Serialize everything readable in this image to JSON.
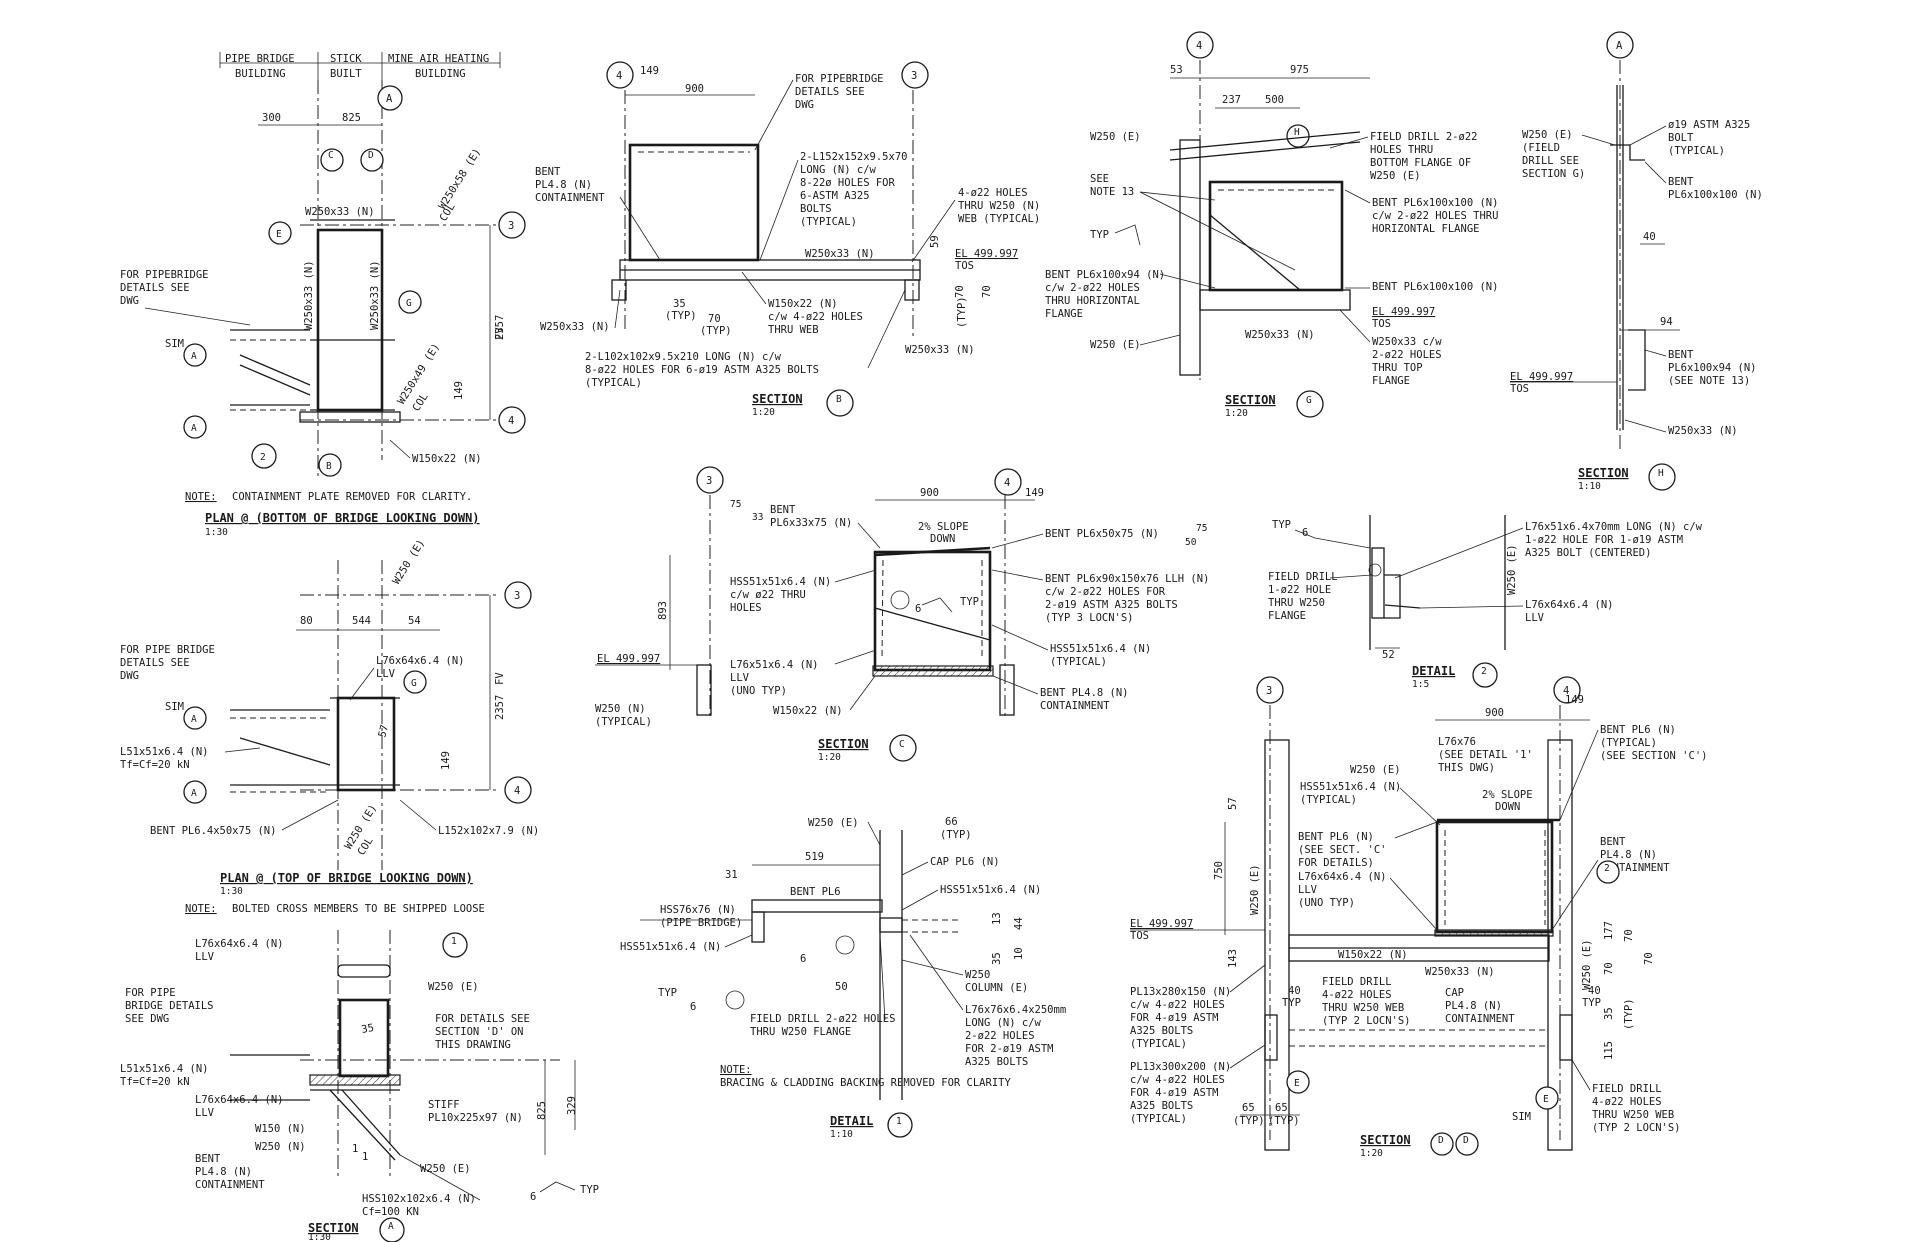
{
  "plan_bottom": {
    "header_1": "PIPE BRIDGE",
    "header_1b": "BUILDING",
    "header_2": "STICK",
    "header_2b": "BUILT",
    "header_3": "MINE AIR HEATING",
    "header_3b": "BUILDING",
    "dim_300": "300",
    "dim_825": "825",
    "dim_2357": "2357",
    "dim_fv": "FV",
    "dim_149": "149",
    "grid_a": "A",
    "grid_3": "3",
    "grid_4": "4",
    "tag_c": "C",
    "tag_d": "D",
    "tag_e": "E",
    "tag_g": "G",
    "tag_a": "A",
    "tag_b": "B",
    "tag_2": "2",
    "w250x58": "W250x58 (E)",
    "col_1": "COL",
    "w250x33_top": "W250x33 (N)",
    "w250x33_v1": "W250x33 (N)",
    "w250x33_v2": "W250x33 (N)",
    "w250x49": "W250x49 (E)",
    "col_2": "COL",
    "pipebridge_1": "FOR PIPEBRIDGE",
    "pipebridge_2": "DETAILS SEE",
    "pipebridge_3": "DWG",
    "sim": "SIM",
    "w150x22": "W150x22 (N)",
    "note_label": "NOTE:",
    "note_text": "CONTAINMENT PLATE REMOVED FOR CLARITY.",
    "title": "PLAN @ (BOTTOM OF BRIDGE LOOKING DOWN)",
    "scale": "1:30"
  },
  "plan_top": {
    "dim_80": "80",
    "dim_544": "544",
    "dim_54": "54",
    "dim_2357": "2357",
    "dim_fv": "FV",
    "dim_149": "149",
    "dim_57": "57",
    "w250e": "W250 (E)",
    "grid_3": "3",
    "grid_4": "4",
    "tag_g": "G",
    "tag_a": "A",
    "pipebridge_1": "FOR PIPE BRIDGE",
    "pipebridge_2": "DETAILS SEE",
    "pipebridge_3": "DWG",
    "l76": "L76x64x6.4 (N)",
    "llv": "LLV",
    "sim": "SIM",
    "l51": "L51x51x6.4 (N)",
    "tf": "Tf=Cf=20 kN",
    "bent": "BENT PL6.4x50x75 (N)",
    "w250e_col": "W250 (E)",
    "col": "COL",
    "l152": "L152x102x7.9 (N)",
    "title": "PLAN @ (TOP OF BRIDGE LOOKING DOWN)",
    "scale": "1:30",
    "note_label": "NOTE:",
    "note_text": "BOLTED CROSS MEMBERS TO BE SHIPPED LOOSE"
  },
  "section_a": {
    "l76_1": "L76x64x6.4 (N)",
    "llv_1": "LLV",
    "pipe_1": "FOR PIPE",
    "pipe_2": "BRIDGE DETAILS",
    "pipe_3": "SEE DWG",
    "tag_1": "1",
    "w250e_1": "W250 (E)",
    "dim_35": "35",
    "details_1": "FOR DETAILS SEE",
    "details_2": "SECTION 'D' ON",
    "details_3": "THIS DRAWING",
    "l51": "L51x51x6.4 (N)",
    "tf": "Tf=Cf=20 kN",
    "l76_2": "L76x64x6.4 (N)",
    "llv_2": "LLV",
    "stiff_1": "STIFF",
    "stiff_2": "PL10x225x97 (N)",
    "w150": "W150 (N)",
    "w250": "W250 (N)",
    "bent_1": "BENT",
    "bent_2": "PL4.8 (N)",
    "bent_3": "CONTAINMENT",
    "dim_1": "1",
    "dim_1b": "1",
    "w250e_2": "W250 (E)",
    "hss": "HSS102x102x6.4 (N)",
    "cf": "Cf=100 KN",
    "dim_825": "825",
    "dim_329": "329",
    "typ": "TYP",
    "dim_6": "6",
    "title": "SECTION",
    "tag": "A",
    "scale": "1:30"
  },
  "section_b": {
    "grid_4": "4",
    "grid_3": "3",
    "dim_149": "149",
    "dim_900": "900",
    "pipebridge_1": "FOR PIPEBRIDGE",
    "pipebridge_2": "DETAILS SEE",
    "pipebridge_3": "DWG",
    "bent_1": "BENT",
    "bent_2": "PL4.8 (N)",
    "bent_3": "CONTAINMENT",
    "l152_1": "2-L152x152x9.5x70",
    "l152_2": "LONG (N) c/w",
    "l152_3": "8-22ø HOLES FOR",
    "l152_4": "6-ASTM A325",
    "l152_5": "BOLTS",
    "l152_6": "(TYPICAL)",
    "holes_1": "4-ø22 HOLES",
    "holes_2": "THRU W250 (N)",
    "holes_3": "WEB (TYPICAL)",
    "dim_59": "59",
    "w250x33": "W250x33 (N)",
    "el": "EL 499.997",
    "tos": "TOS",
    "dim_70a": "70",
    "dim_70b": "70",
    "dim_35": "35",
    "typ_1": "(TYP)",
    "dim_70c": "70",
    "typ_2": "(TYP)",
    "w150_1": "W150x22 (N)",
    "w150_2": "c/w 4-ø22 HOLES",
    "w150_3": "THRU WEB",
    "w250x33_l": "W250x33 (N)",
    "typ_3": "(TYP)",
    "l102_1": "2-L102x102x9.5x210 LONG (N) c/w",
    "l102_2": "8-ø22 HOLES FOR 6-ø19 ASTM A325 BOLTS",
    "l102_3": "(TYPICAL)",
    "w250x33_r": "W250x33 (N)",
    "title": "SECTION",
    "tag": "B",
    "scale": "1:20"
  },
  "section_g": {
    "grid_4": "4",
    "dim_53": "53",
    "dim_975": "975",
    "dim_237": "237",
    "dim_500": "500",
    "tag_h": "H",
    "w250e_1": "W250 (E)",
    "drill_1": "FIELD DRILL 2-ø22",
    "drill_2": "HOLES THRU",
    "drill_3": "BOTTOM FLANGE OF",
    "drill_4": "W250 (E)",
    "see_1": "SEE",
    "see_2": "NOTE 13",
    "bent1_1": "BENT PL6x100x100 (N)",
    "bent1_2": "c/w 2-ø22 HOLES THRU",
    "bent1_3": "HORIZONTAL FLANGE",
    "typ": "TYP",
    "bent2_1": "BENT PL6x100x94 (N)",
    "bent2_2": "c/w 2-ø22 HOLES",
    "bent2_3": "THRU HORIZONTAL",
    "bent2_4": "FLANGE",
    "bent3": "BENT PL6x100x100 (N)",
    "el": "EL 499.997",
    "tos": "TOS",
    "w250e_2": "W250 (E)",
    "w250x33": "W250x33 (N)",
    "w250c_1": "W250x33 c/w",
    "w250c_2": "2-ø22 HOLES",
    "w250c_3": "THRU TOP",
    "w250c_4": "FLANGE",
    "title": "SECTION",
    "tag": "G",
    "scale": "1:20"
  },
  "section_h": {
    "grid_a": "A",
    "w250e_1": "W250 (E)",
    "w250e_2": "(FIELD",
    "w250e_3": "DRILL SEE",
    "w250e_4": "SECTION G)",
    "bolt_1": "ø19 ASTM A325",
    "bolt_2": "BOLT",
    "bolt_3": "(TYPICAL)",
    "bent1_1": "BENT",
    "bent1_2": "PL6x100x100 (N)",
    "dim_40": "40",
    "dim_94": "94",
    "bent2_1": "BENT",
    "bent2_2": "PL6x100x94 (N)",
    "bent2_3": "(SEE NOTE 13)",
    "el": "EL 499.997",
    "tos": "TOS",
    "w250x33": "W250x33 (N)",
    "title": "SECTION",
    "tag": "H",
    "scale": "1:10"
  },
  "section_c": {
    "grid_3": "3",
    "grid_4": "4",
    "dim_75": "75",
    "dim_33": "33",
    "bent1_1": "BENT",
    "bent1_2": "PL6x33x75 (N)",
    "dim_900": "900",
    "dim_149": "149",
    "slope_1": "2% SLOPE",
    "slope_2": "DOWN",
    "bent2": "BENT PL6x50x75 (N)",
    "dim_50": "50",
    "dim_75b": "75",
    "hss_1": "HSS51x51x6.4 (N)",
    "hss_2": "c/w ø22 THRU",
    "hss_3": "HOLES",
    "dim_6": "6",
    "typ": "TYP",
    "bent3_1": "BENT PL6x90x150x76 LLH (N)",
    "bent3_2": "c/w 2-ø22 HOLES FOR",
    "bent3_3": "2-ø19 ASTM A325 BOLTS",
    "bent3_4": "(TYP 3 LOCN'S)",
    "dim_893": "893",
    "el": "EL 499.997",
    "l76_1": "L76x51x6.4 (N)",
    "l76_2": "LLV",
    "l76_3": "(UNO TYP)",
    "hss2_1": "HSS51x51x6.4 (N)",
    "hss2_2": "(TYPICAL)",
    "w250_1": "W250 (N)",
    "w250_2": "(TYPICAL)",
    "w150": "W150x22 (N)",
    "bent4_1": "BENT PL4.8 (N)",
    "bent4_2": "CONTAINMENT",
    "title": "SECTION",
    "tag": "C",
    "scale": "1:20"
  },
  "detail_2": {
    "typ": "TYP",
    "dim_6": "6",
    "l76_1": "L76x51x6.4x70mm LONG (N) c/w",
    "l76_2": "1-ø22 HOLE FOR 1-ø19 ASTM",
    "l76_3": "A325 BOLT (CENTERED)",
    "drill_1": "FIELD DRILL",
    "drill_2": "1-ø22 HOLE",
    "drill_3": "THRU W250",
    "drill_4": "FLANGE",
    "w250e": "W250 (E)",
    "l76b_1": "L76x64x6.4 (N)",
    "l76b_2": "LLV",
    "dim_52": "52",
    "title": "DETAIL",
    "tag": "2",
    "scale": "1:5"
  },
  "detail_1": {
    "w250e": "W250 (E)",
    "dim_66": "66",
    "typ_1": "(TYP)",
    "dim_519": "519",
    "cap": "CAP PL6 (N)",
    "dim_31": "31",
    "bent": "BENT PL6",
    "hss51_r": "HSS51x51x6.4 (N)",
    "hss76_1": "HSS76x76 (N)",
    "hss76_2": "(PIPE BRIDGE)",
    "dim_13": "13",
    "dim_44": "44",
    "hss51_l": "HSS51x51x6.4 (N)",
    "dim_6a": "6",
    "dim_35": "35",
    "dim_10": "10",
    "w250c_1": "W250",
    "w250c_2": "COLUMN (E)",
    "dim_50": "50",
    "typ": "TYP",
    "dim_6b": "6",
    "drill_1": "FIELD DRILL 2-ø22 HOLES",
    "drill_2": "THRU W250 FLANGE",
    "l76_1": "L76x76x6.4x250mm",
    "l76_2": "LONG (N) c/w",
    "l76_3": "2-ø22 HOLES",
    "l76_4": "FOR 2-ø19 ASTM",
    "l76_5": "A325 BOLTS",
    "note_label": "NOTE:",
    "note_text": "BRACING & CLADDING BACKING REMOVED FOR CLARITY",
    "title": "DETAIL",
    "tag": "1",
    "scale": "1:10"
  },
  "section_d": {
    "grid_3": "3",
    "grid_4": "4",
    "dim_900": "900",
    "dim_149": "149",
    "l76_1": "L76x76",
    "l76_2": "(SEE DETAIL '1'",
    "l76_3": "THIS DWG)",
    "bent1_1": "BENT PL6 (N)",
    "bent1_2": "(TYPICAL)",
    "bent1_3": "(SEE SECTION 'C')",
    "w250e_1": "W250 (E)",
    "hss_1": "HSS51x51x6.4 (N)",
    "hss_2": "(TYPICAL)",
    "slope_1": "2% SLOPE",
    "slope_2": "DOWN",
    "dim_57": "57",
    "bent2_1": "BENT PL6 (N)",
    "bent2_2": "(SEE SECT. 'C'",
    "bent2_3": "FOR DETAILS)",
    "bent3_1": "BENT",
    "bent3_2": "PL4.8 (N)",
    "bent3_3": "CONTAINMENT",
    "dim_750": "750",
    "w250e_v": "W250 (E)",
    "l76b_1": "L76x64x6.4 (N)",
    "l76b_2": "LLV",
    "l76b_3": "(UNO TYP)",
    "tag_2": "2",
    "el": "EL 499.997",
    "tos": "TOS",
    "dim_143": "143",
    "w150": "W150x22 (N)",
    "w250x33": "W250x33 (N)",
    "dim_177": "177",
    "dim_70a": "70",
    "dim_70b": "70",
    "dim_70c": "70",
    "pl13a_1": "PL13x280x150 (N)",
    "pl13a_2": "c/w 4-ø22 HOLES",
    "pl13a_3": "FOR 4-ø19 ASTM",
    "pl13a_4": "A325 BOLTS",
    "pl13a_5": "(TYPICAL)",
    "dim_40a": "40",
    "typ_a": "TYP",
    "drill1_1": "FIELD DRILL",
    "drill1_2": "4-ø22 HOLES",
    "drill1_3": "THRU W250 WEB",
    "drill1_4": "(TYP 2 LOCN'S)",
    "cap_1": "CAP",
    "cap_2": "PL4.8 (N)",
    "cap_3": "CONTAINMENT",
    "w250e_v2": "W250 (E)",
    "dim_40b": "40",
    "typ_b": "TYP",
    "dim_35": "35",
    "typ_c": "(TYP)",
    "dim_115": "115",
    "pl13b_1": "PL13x300x200 (N)",
    "pl13b_2": "c/w 4-ø22 HOLES",
    "pl13b_3": "FOR 4-ø19 ASTM",
    "pl13b_4": "A325 BOLTS",
    "pl13b_5": "(TYPICAL)",
    "tag_e1": "E",
    "tag_e2": "E",
    "sim": "SIM",
    "drill2_1": "FIELD DRILL",
    "drill2_2": "4-ø22 HOLES",
    "drill2_3": "THRU W250 WEB",
    "drill2_4": "(TYP 2 LOCN'S)",
    "dim_65a": "65",
    "dim_65b": "65",
    "typ_d": "(TYP)",
    "typ_e": "(TYP)",
    "title": "SECTION",
    "tag_d1": "D",
    "tag_d2": "D",
    "scale": "1:20"
  }
}
